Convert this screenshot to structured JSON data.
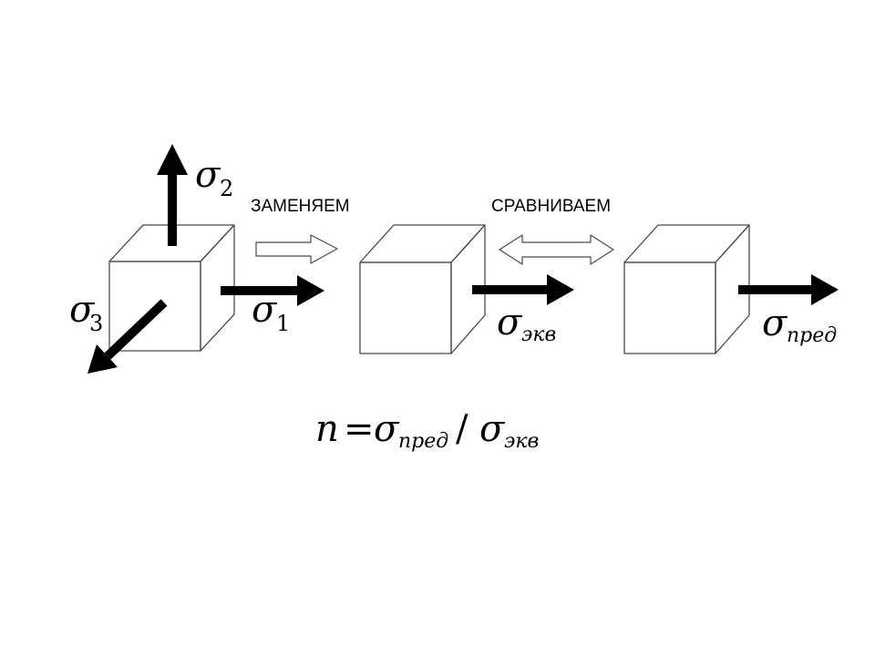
{
  "labels": {
    "replace": "ЗАМЕНЯЕМ",
    "compare": "СРАВНИВАЕМ"
  },
  "symbols": {
    "sigma": "σ",
    "s1_sub": "1",
    "s2_sub": "2",
    "s3_sub": "3",
    "equiv_sub": "экв",
    "limit_sub": "пред"
  },
  "formula": {
    "lhs": "n",
    "eq": "=",
    "sigma_a": "σ",
    "sub_a": "пред",
    "slash": "/",
    "sigma_b": "σ",
    "sub_b": "экв"
  },
  "colors": {
    "arrow": "#000000",
    "cube_edge": "#4a4a4a",
    "dots": "#333333"
  }
}
